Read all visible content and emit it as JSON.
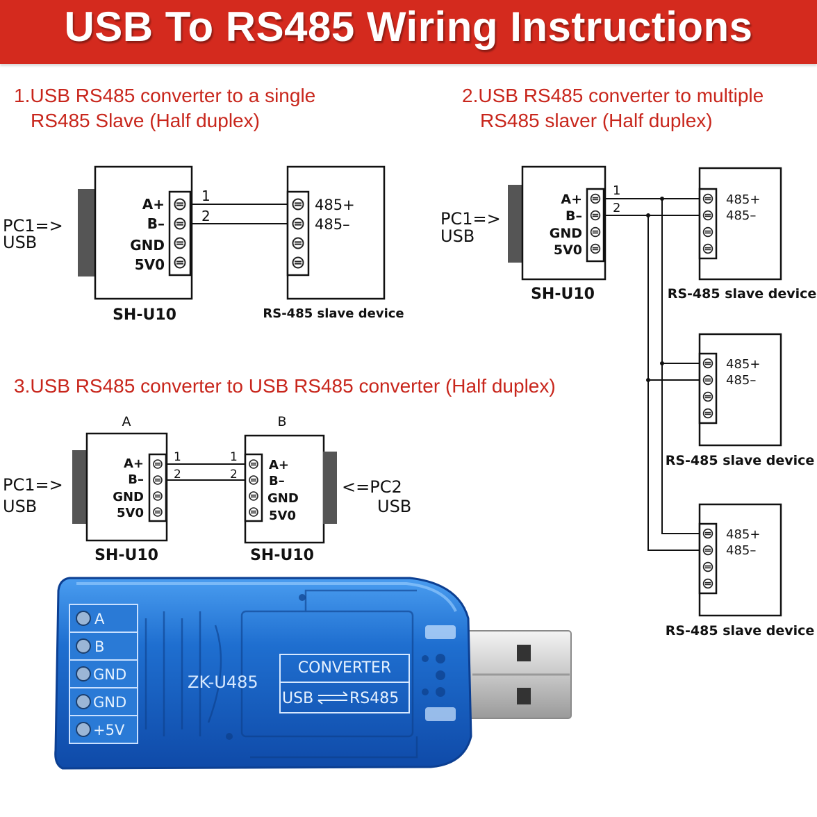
{
  "banner": {
    "title": "USB To RS485 Wiring Instructions"
  },
  "colors": {
    "banner": "#d42a1e",
    "heading": "#c8261c",
    "usb_blue": "#1f6fd0"
  },
  "sections": {
    "s1": {
      "line1": "1.USB RS485 converter to a single",
      "line2": "RS485 Slave (Half duplex)"
    },
    "s2": {
      "line1": "2.USB RS485 converter to multiple",
      "line2": "RS485 slaver (Half duplex)"
    },
    "s3": {
      "line1": "3.USB RS485 converter to USB  RS485 converter (Half duplex)"
    }
  },
  "converter": {
    "model": "SH-U10",
    "pins": [
      "A+",
      "B–",
      "GND",
      "5V0"
    ],
    "pc1_line1": "PC1=>",
    "pc1_line2": "USB",
    "pc2_line1": "<=PC2",
    "pc2_line2": "USB"
  },
  "slave": {
    "label": "RS-485 slave device",
    "pins": [
      "485+",
      "485–"
    ]
  },
  "wires": {
    "w1": "1",
    "w2": "2"
  },
  "s3_labels": {
    "a": "A",
    "b": "B"
  },
  "product": {
    "terminals": [
      "A",
      "B",
      "GND",
      "GND",
      "+5V"
    ],
    "model": "ZK-U485",
    "badge_title": "CONVERTER",
    "badge_usb": "USB",
    "badge_rs485": "RS485"
  }
}
